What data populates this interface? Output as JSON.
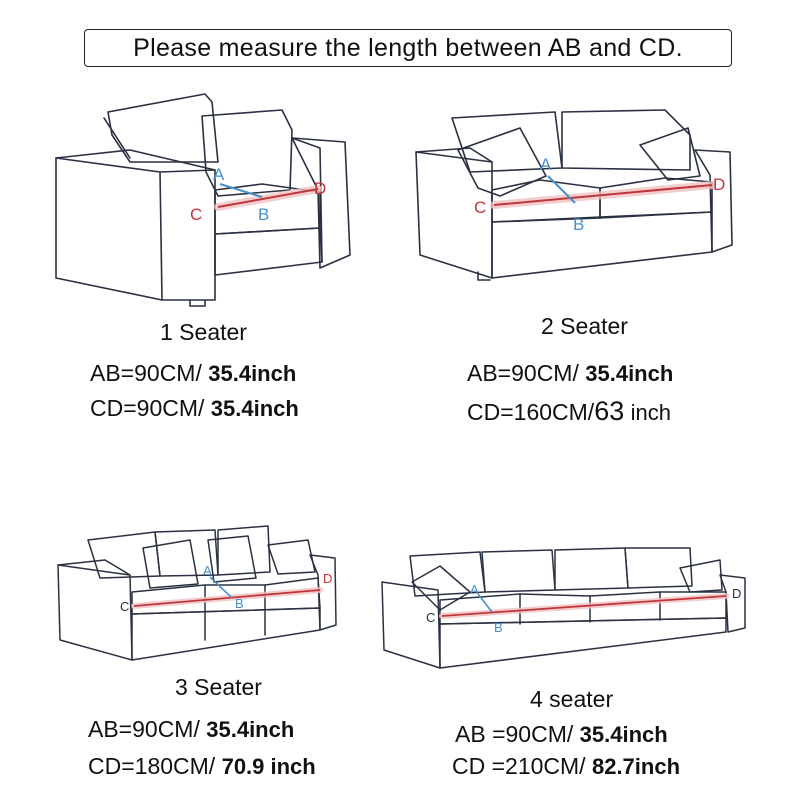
{
  "header": {
    "title": "Please measure the length between   AB and CD."
  },
  "palette": {
    "outline": "#2a3142",
    "red": "#c0373b",
    "blue": "#4a90c8",
    "red_glow": "#f2c2c4"
  },
  "points": {
    "a": "A",
    "b": "B",
    "c": "C",
    "d": "D"
  },
  "panels": [
    {
      "name": "1 Seater",
      "ab": {
        "metric": "AB=90CM/",
        "imperial": "35.4inch"
      },
      "cd": {
        "metric": "CD=90CM/",
        "imperial": "35.4inch"
      }
    },
    {
      "name": "2 Seater",
      "ab": {
        "metric": "AB=90CM/",
        "imperial": "35.4inch"
      },
      "cd": {
        "metric": "CD=160CM/",
        "imperial_num": "63",
        "imperial_unit": "inch"
      }
    },
    {
      "name": "3 Seater",
      "ab": {
        "metric": "AB=90CM/ ",
        "imperial": "35.4inch"
      },
      "cd": {
        "metric": "CD=180CM/ ",
        "imperial": "70.9 inch"
      }
    },
    {
      "name": "4  seater",
      "ab": {
        "metric": "AB =90CM/ ",
        "imperial": "35.4inch"
      },
      "cd": {
        "metric": "CD =210CM/",
        "imperial": "82.7inch"
      }
    }
  ]
}
